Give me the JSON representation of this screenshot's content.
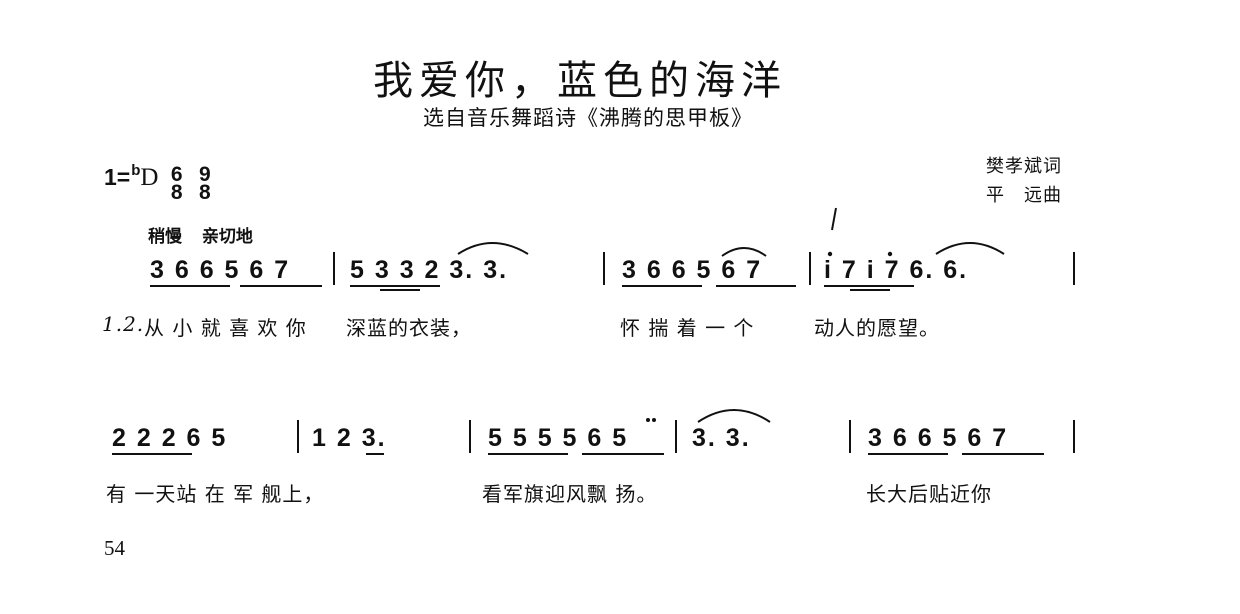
{
  "song": {
    "title": "我爱你，蓝色的海洋",
    "subtitle": "选自音乐舞蹈诗《沸腾的思甲板》"
  },
  "header": {
    "key_prefix": "1=",
    "key_flat": "b",
    "key_note": "D",
    "time_sig_1": {
      "top": "6",
      "bottom": "8"
    },
    "time_sig_2": {
      "top": "9",
      "bottom": "8"
    },
    "lyricist": "樊孝斌词",
    "composer": "平　远曲",
    "tempo": "稍慢 亲切地"
  },
  "line1": {
    "measures": [
      "3 6 6 5 6 7",
      "5 3 3 2 3.  3.",
      "3 6 6 5 6 7",
      "i 7 i 7 6.  6."
    ],
    "lyrics": [
      "1.2.",
      "从 小 就 喜 欢 你",
      "深蓝的衣装，",
      "怀 揣 着 一  个",
      "动人的愿望。"
    ]
  },
  "line2": {
    "measures": [
      "2 2 2 6  5",
      "1  2 3.",
      "5 5 5 5 6 5",
      "3.  3.",
      "3 6 6 5 6 7"
    ],
    "lyrics": [
      "有 一天站  在 军  舰上，",
      "看军旗迎风飘  扬。",
      "长大后贴近你"
    ]
  },
  "page": {
    "number": "54"
  }
}
